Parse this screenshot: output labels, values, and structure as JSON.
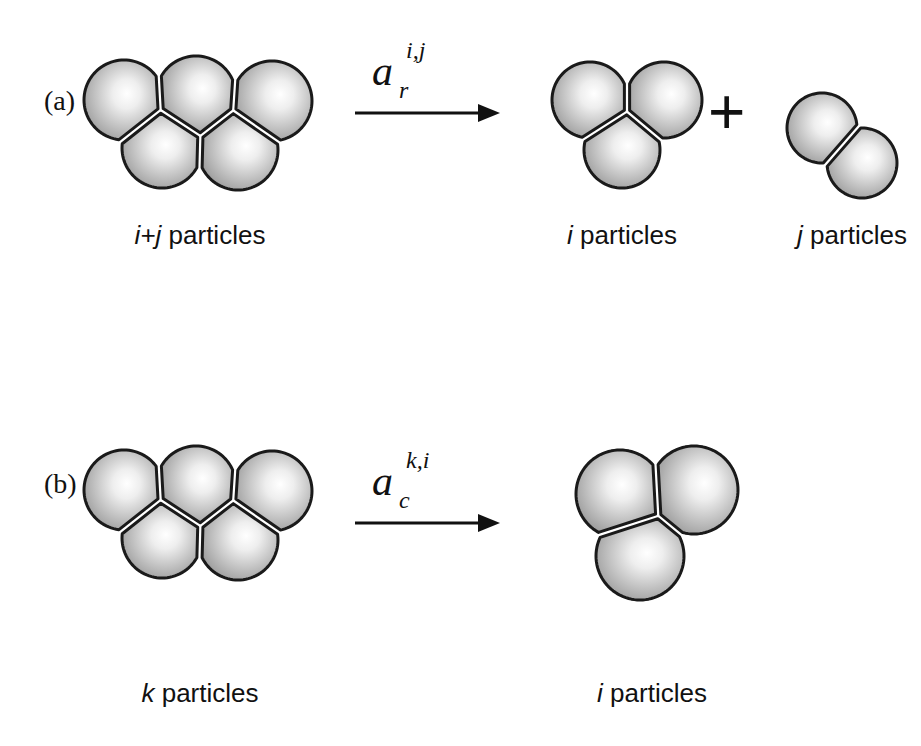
{
  "diagram": {
    "nodes": [
      {
        "text": [
          "i+j particles"
        ]
      },
      {
        "text": [
          "i particles"
        ]
      },
      {
        "text": [
          "j particles"
        ]
      },
      {
        "text": [
          "k particles"
        ]
      },
      {
        "text": [
          "i particles"
        ]
      }
    ],
    "edges": [
      {
        "from": 0,
        "to": 1,
        "arrow": "to"
      },
      {
        "from": 3,
        "to": 4,
        "arrow": "to"
      }
    ],
    "labels": [
      "(a)",
      "a",
      "r",
      "i,j",
      "+",
      "(b)",
      "a",
      "c",
      "k,i"
    ]
  }
}
